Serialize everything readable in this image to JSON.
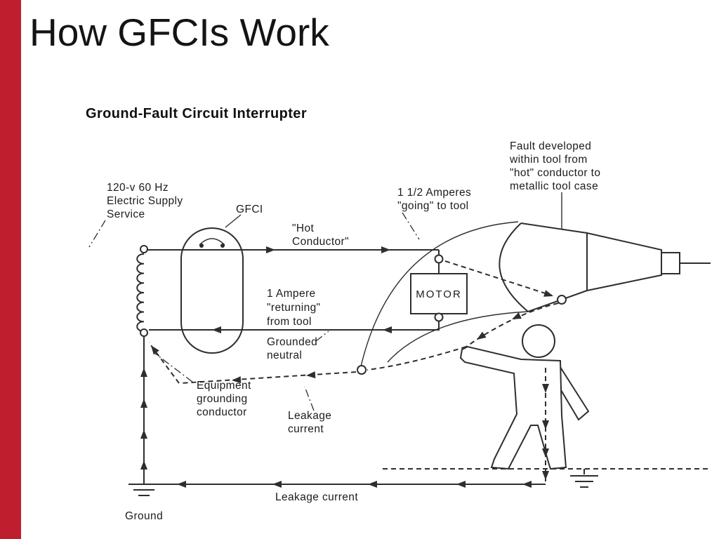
{
  "slide": {
    "title": "How GFCIs Work",
    "accent_color": "#bf1e2e"
  },
  "diagram": {
    "heading": "Ground-Fault Circuit Interrupter",
    "labels": {
      "supply": [
        "120-v 60 Hz",
        "Electric Supply",
        "Service"
      ],
      "gfci": "GFCI",
      "hot_conductor": [
        "\"Hot",
        "Conductor\""
      ],
      "amperes_going": [
        "1 1/2 Amperes",
        "\"going\" to tool"
      ],
      "fault": [
        "Fault developed",
        "within tool from",
        "\"hot\" conductor to",
        "metallic tool case"
      ],
      "motor": "MOTOR",
      "ampere_returning": [
        "1 Ampere",
        "\"returning\"",
        "from tool"
      ],
      "grounded_neutral": [
        "Grounded",
        "neutral"
      ],
      "equipment_grounding": [
        "Equipment",
        "grounding",
        "conductor"
      ],
      "leakage_mid": [
        "Leakage",
        "current"
      ],
      "leakage_bottom": "Leakage current",
      "ground": "Ground"
    }
  }
}
